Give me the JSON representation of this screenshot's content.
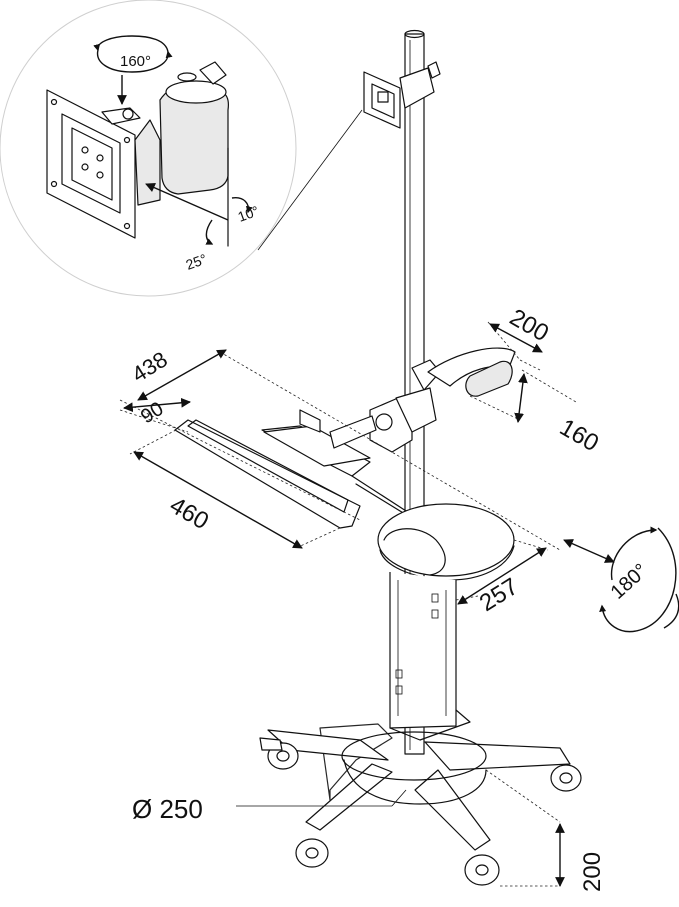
{
  "detail": {
    "rotation_top": "160°",
    "tilt_up": "10°",
    "tilt_down": "25°"
  },
  "dimensions": {
    "depth_438": "438",
    "depth_90": "90",
    "width_460": "460",
    "arm_200": "200",
    "arm_160": "160",
    "seat_257": "257",
    "rotation_180": "180°",
    "base_diameter": "Ø 250",
    "height_200": "200"
  },
  "colors": {
    "stroke": "#111111",
    "background": "#ffffff"
  },
  "icons": [
    "rotation-arrow-icon",
    "double-arrow-icon",
    "dimension-arrow-icon"
  ]
}
